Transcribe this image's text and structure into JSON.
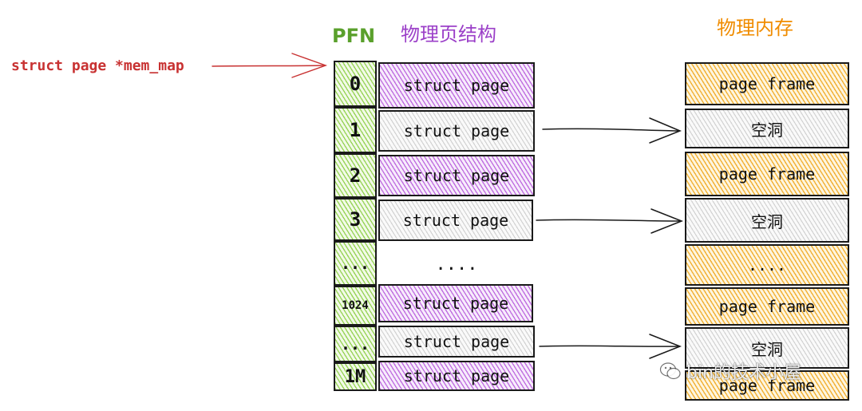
{
  "colors": {
    "pfn_header": "#5aa02c",
    "struct_header": "#9b3fc8",
    "memory_header": "#f08c00",
    "pointer_label": "#c83232",
    "green_fill": "#9ad45a",
    "purple_fill": "#c070e0",
    "orange_fill": "#f2b032",
    "grey_fill": "#d2d2d2"
  },
  "pointer_label": "struct page *mem_map",
  "headers": {
    "pfn": "PFN",
    "struct_page": "物理页结构",
    "physical_memory": "物理内存"
  },
  "pfn_column": [
    "0",
    "1",
    "2",
    "3",
    "...",
    "1024",
    "...",
    "1M"
  ],
  "struct_page_column": [
    {
      "label": "struct page",
      "fill": "purple"
    },
    {
      "label": "struct page",
      "fill": "grey"
    },
    {
      "label": "struct page",
      "fill": "purple"
    },
    {
      "label": "struct page",
      "fill": "grey"
    },
    {
      "label": "....",
      "fill": "none"
    },
    {
      "label": "struct page",
      "fill": "purple"
    },
    {
      "label": "struct page",
      "fill": "grey"
    },
    {
      "label": "struct page",
      "fill": "purple"
    }
  ],
  "physical_memory_column": [
    {
      "label": "page frame",
      "fill": "orange"
    },
    {
      "label": "空洞",
      "fill": "grey"
    },
    {
      "label": "page frame",
      "fill": "orange"
    },
    {
      "label": "空洞",
      "fill": "grey"
    },
    {
      "label": "....",
      "fill": "orange"
    },
    {
      "label": "page frame",
      "fill": "orange"
    },
    {
      "label": "空洞",
      "fill": "grey"
    },
    {
      "label": "page frame",
      "fill": "orange"
    }
  ],
  "watermark": {
    "icon": "wechat-icon",
    "text": "bin的技术小屋"
  }
}
